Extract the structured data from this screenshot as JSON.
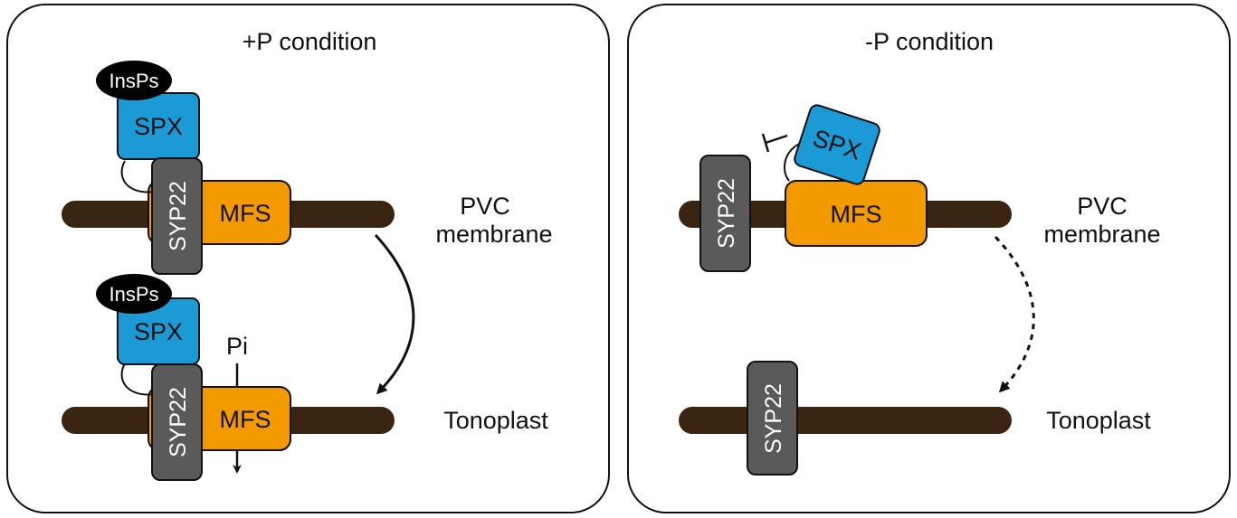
{
  "panels": {
    "left": {
      "title": "+P condition",
      "pvc_label_line1": "PVC",
      "pvc_label_line2": "membrane",
      "tonoplast_label": "Tonoplast",
      "top": {
        "insps": "InsPs",
        "spx": "SPX",
        "syp22": "SYP22",
        "mfs": "MFS"
      },
      "bottom": {
        "insps": "InsPs",
        "spx": "SPX",
        "syp22": "SYP22",
        "mfs": "MFS",
        "pi": "Pi"
      },
      "arrow_style": "solid"
    },
    "right": {
      "title": "-P condition",
      "pvc_label_line1": "PVC",
      "pvc_label_line2": "membrane",
      "tonoplast_label": "Tonoplast",
      "top": {
        "spx": "SPX",
        "syp22": "SYP22",
        "mfs": "MFS"
      },
      "bottom": {
        "syp22": "SYP22"
      },
      "arrow_style": "dashed"
    }
  },
  "colors": {
    "membrane": "#3a2412",
    "spx": "#1b9ad6",
    "mfs": "#f29a00",
    "syp22": "#5a5a5a",
    "insps": "#000000",
    "panel_border": "#111111"
  }
}
